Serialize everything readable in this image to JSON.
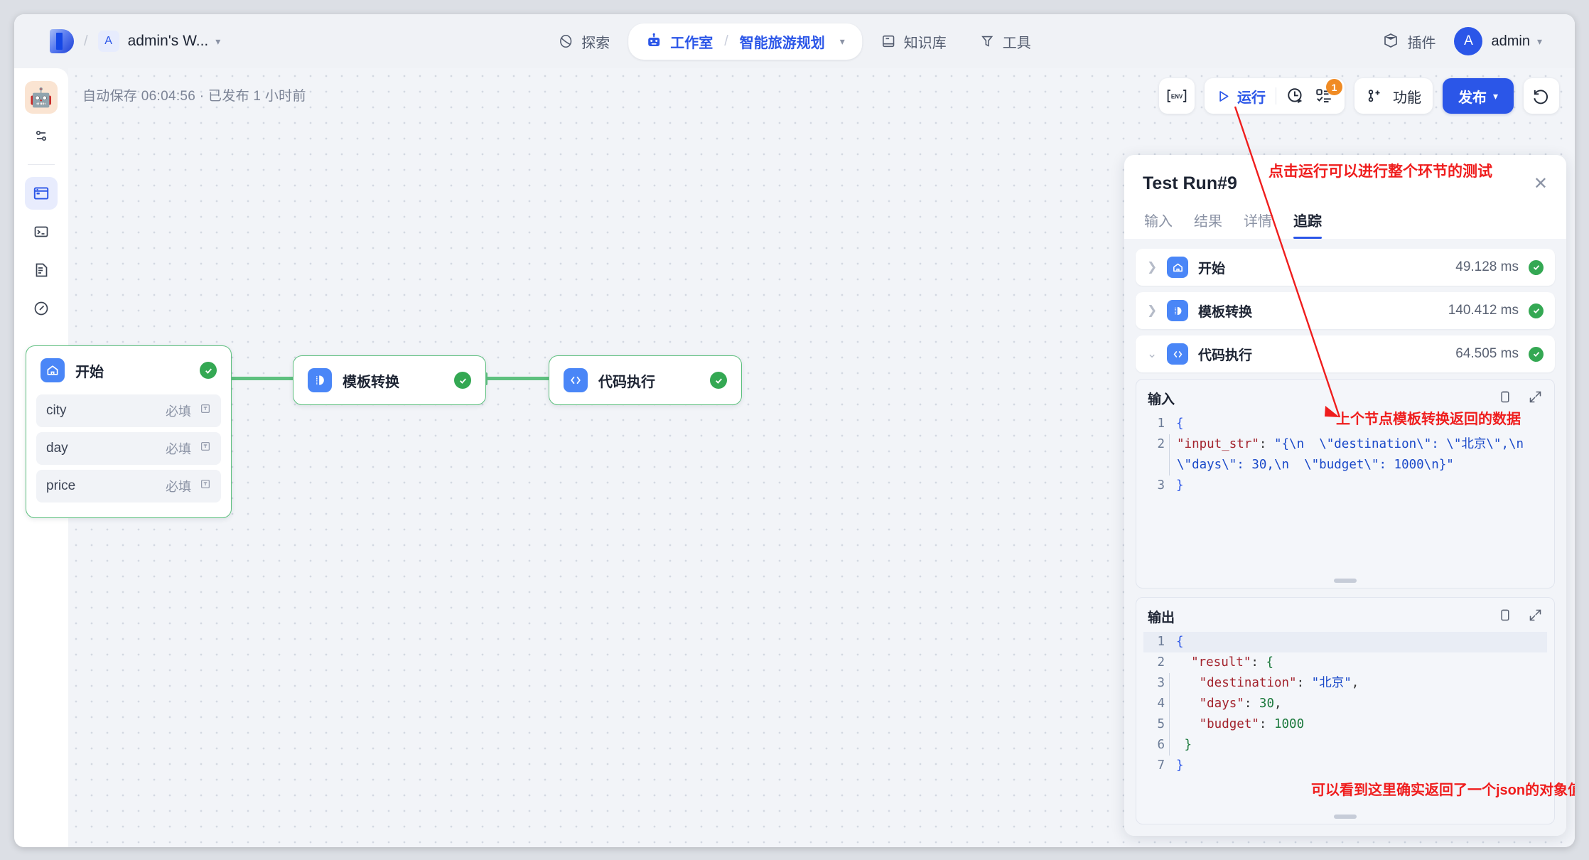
{
  "header": {
    "workspace_badge": "A",
    "workspace_name": "admin's W...",
    "nav": [
      {
        "label": "探索",
        "icon": "compass-icon"
      },
      {
        "label": "工作室",
        "icon": "robot-icon",
        "crumb": "智能旅游规划"
      },
      {
        "label": "知识库",
        "icon": "book-icon"
      },
      {
        "label": "工具",
        "icon": "tool-icon"
      }
    ],
    "crumb_separator": "/",
    "plugins_label": "插件",
    "plugins_icon": "box-icon",
    "avatar_letter": "A",
    "user_name": "admin"
  },
  "rail": {
    "items": [
      {
        "name": "bot",
        "glyph": "🤖"
      },
      {
        "name": "settings",
        "glyph": "sliders-icon"
      },
      {
        "name": "workflow",
        "glyph": "window-icon"
      },
      {
        "name": "terminal",
        "glyph": "terminal-icon"
      },
      {
        "name": "document",
        "glyph": "document-icon"
      },
      {
        "name": "monitor",
        "glyph": "gauge-icon"
      }
    ]
  },
  "canvas": {
    "autosave": "自动保存 06:04:56 · 已发布 1 小时前",
    "nodes": [
      {
        "title": "开始",
        "icon": "start-icon",
        "status": "success",
        "rows": [
          {
            "key": "city",
            "required": "必填",
            "type": "text"
          },
          {
            "key": "day",
            "required": "必填",
            "type": "text"
          },
          {
            "key": "price",
            "required": "必填",
            "type": "text"
          }
        ]
      },
      {
        "title": "模板转换",
        "icon": "template-icon",
        "status": "success",
        "rows": []
      },
      {
        "title": "代码执行",
        "icon": "code-icon",
        "status": "success",
        "rows": []
      }
    ]
  },
  "toolbar": {
    "env_label": "ENV",
    "run_label": "运行",
    "run_icon": "play-icon",
    "history_icon": "clock-history-icon",
    "tasks_icon": "checklist-icon",
    "tasks_badge": "1",
    "function_label": "功能",
    "function_icon": "features-icon",
    "publish_label": "发布",
    "revert_icon": "undo-history-icon"
  },
  "panel": {
    "title": "Test Run#9",
    "close_icon": "close-icon",
    "tabs": [
      {
        "label": "输入",
        "active": false
      },
      {
        "label": "结果",
        "active": false
      },
      {
        "label": "详情",
        "active": false
      },
      {
        "label": "追踪",
        "active": true
      }
    ],
    "traces": [
      {
        "name": "开始",
        "icon": "start-icon",
        "duration": "49.128 ms",
        "expanded": false,
        "status": "success"
      },
      {
        "name": "模板转换",
        "icon": "template-icon",
        "duration": "140.412 ms",
        "expanded": false,
        "status": "success"
      },
      {
        "name": "代码执行",
        "icon": "code-icon",
        "duration": "64.505 ms",
        "expanded": true,
        "status": "success"
      }
    ],
    "input_block": {
      "title": "输入",
      "copy_icon": "copy-icon",
      "expand_icon": "expand-icon",
      "lines": [
        {
          "no": "1",
          "text": "{"
        },
        {
          "no": "2",
          "text": "  \"input_str\": \"{\\n  \\\"destination\\\": \\\"北京\\\",\\n  \\\"days\\\": 30,\\n  \\\"budget\\\": 1000\\n}\""
        },
        {
          "no": "3",
          "text": "}"
        }
      ]
    },
    "output_block": {
      "title": "输出",
      "copy_icon": "copy-icon",
      "expand_icon": "expand-icon",
      "lines": [
        {
          "no": "1",
          "text": "{"
        },
        {
          "no": "2",
          "text": "  \"result\": {"
        },
        {
          "no": "3",
          "text": "    \"destination\": \"北京\","
        },
        {
          "no": "4",
          "text": "    \"days\": 30,"
        },
        {
          "no": "5",
          "text": "    \"budget\": 1000"
        },
        {
          "no": "6",
          "text": "  }"
        },
        {
          "no": "7",
          "text": "}"
        }
      ]
    }
  },
  "annotations": [
    {
      "text": "点击运行可以进行整个环节的测试",
      "color": "#ef1d1d"
    },
    {
      "text": "上个节点模板转换返回的数据",
      "color": "#ef1d1d"
    },
    {
      "text": "可以看到这里确实返回了一个json的对象值",
      "color": "#ef1d1d"
    }
  ]
}
